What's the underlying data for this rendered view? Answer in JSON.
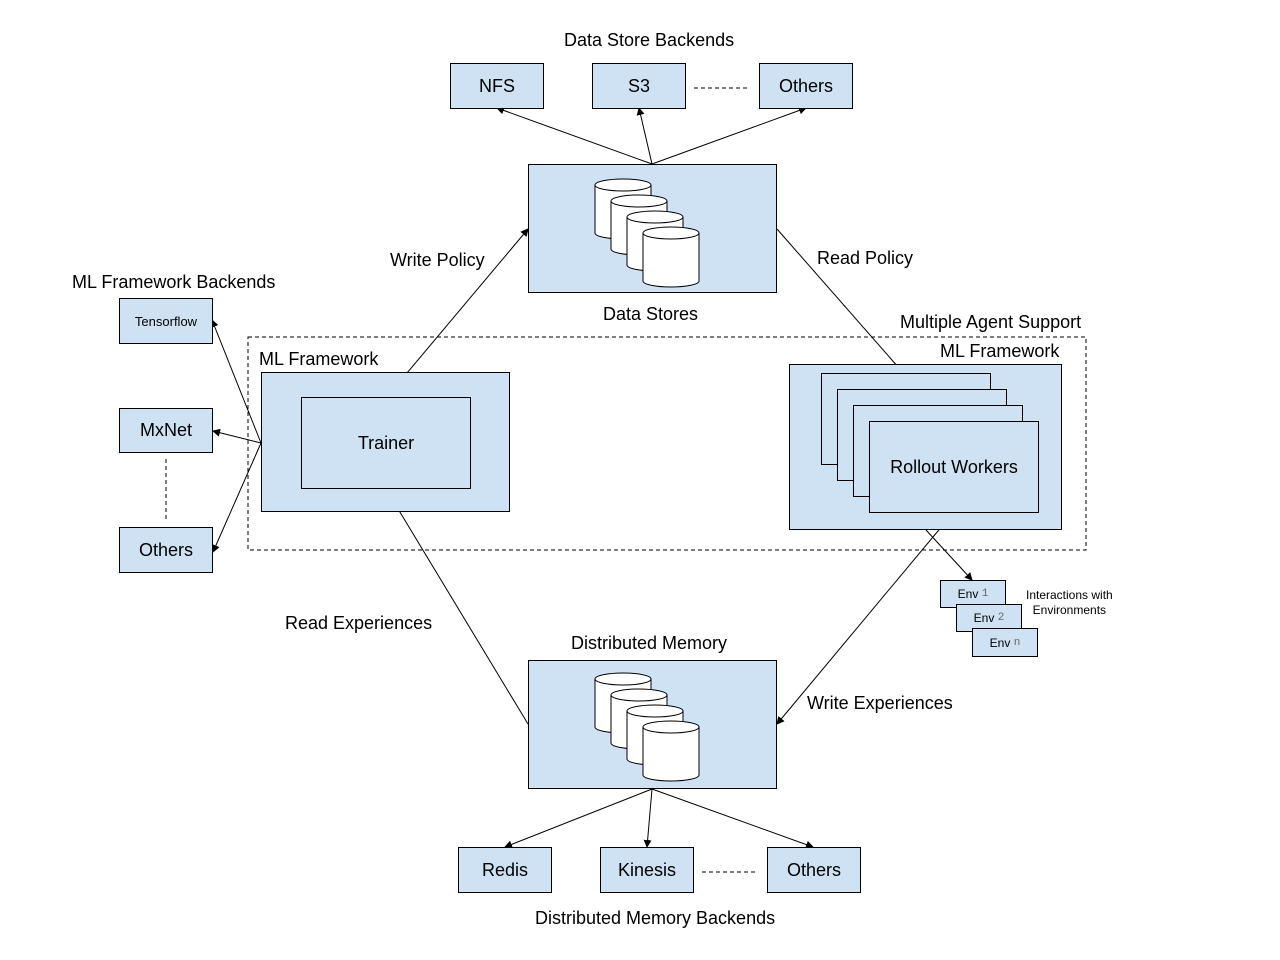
{
  "data_store_backends": {
    "title": "Data Store Backends",
    "items": [
      "NFS",
      "S3",
      "Others"
    ]
  },
  "data_stores": {
    "label": "Data Stores"
  },
  "edges": {
    "write_policy": "Write Policy",
    "read_policy": "Read Policy",
    "read_experiences": "Read Experiences",
    "write_experiences": "Write Experiences"
  },
  "ml_framework_backends": {
    "title": "ML Framework Backends",
    "items": [
      "Tensorflow",
      "MxNet",
      "Others"
    ]
  },
  "multi_agent": {
    "label": "Multiple Agent Support"
  },
  "trainer_framework": {
    "label": "ML Framework",
    "trainer": "Trainer"
  },
  "rollout_framework": {
    "label": "ML Framework",
    "workers": "Rollout Workers"
  },
  "environments": {
    "caption_line1": "Interactions with",
    "caption_line2": "Environments",
    "items": [
      {
        "prefix": "Env",
        "suffix": "1"
      },
      {
        "prefix": "Env",
        "suffix": "2"
      },
      {
        "prefix": "Env",
        "suffix": "n"
      }
    ]
  },
  "distributed_memory": {
    "label": "Distributed Memory"
  },
  "distributed_memory_backends": {
    "title": "Distributed Memory Backends",
    "items": [
      "Redis",
      "Kinesis",
      "Others"
    ]
  }
}
